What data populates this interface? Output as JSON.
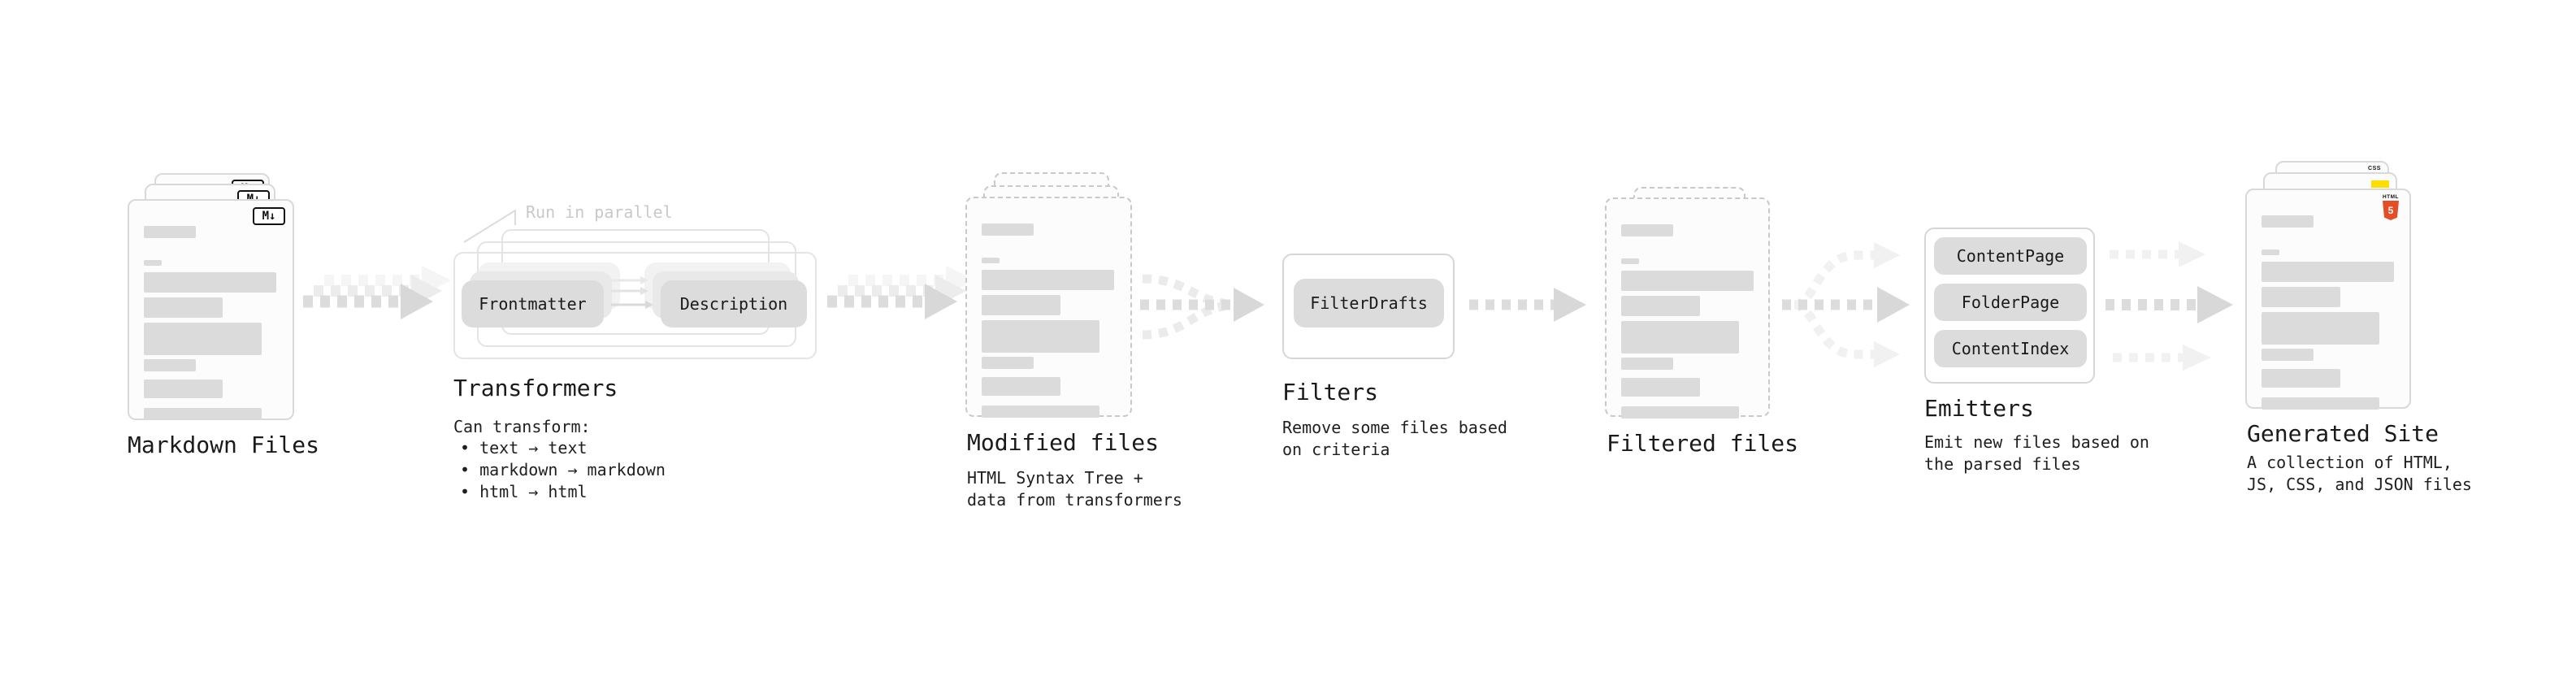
{
  "diagram": {
    "markdown_files": {
      "title": "Markdown Files",
      "badge": "M↓"
    },
    "transformers": {
      "title": "Transformers",
      "note": "Run in parallel",
      "caption": "Can transform:",
      "bullets": [
        "• text → text",
        "• markdown → markdown",
        "• html → html"
      ],
      "pill_frontmatter": "Frontmatter",
      "pill_description": "Description"
    },
    "modified_files": {
      "title": "Modified files",
      "caption": "HTML Syntax Tree +\ndata from transformers"
    },
    "filters": {
      "title": "Filters",
      "caption": "Remove some files based\non criteria",
      "pill_filterdrafts": "FilterDrafts"
    },
    "filtered_files": {
      "title": "Filtered files"
    },
    "emitters": {
      "title": "Emitters",
      "caption": "Emit new files based on\nthe parsed files",
      "pills": [
        "ContentPage",
        "FolderPage",
        "ContentIndex"
      ]
    },
    "generated_site": {
      "title": "Generated Site",
      "caption": "A collection of HTML,\nJS, CSS, and JSON files",
      "css_badge": "CSS",
      "html_badge": "HTML",
      "html_number": "5"
    }
  },
  "colors": {
    "html5_orange": "#e44d26",
    "js_yellow": "#ffdd00",
    "css_blue": "#2c63f0",
    "arrow_grey": "#dcdcdc"
  }
}
